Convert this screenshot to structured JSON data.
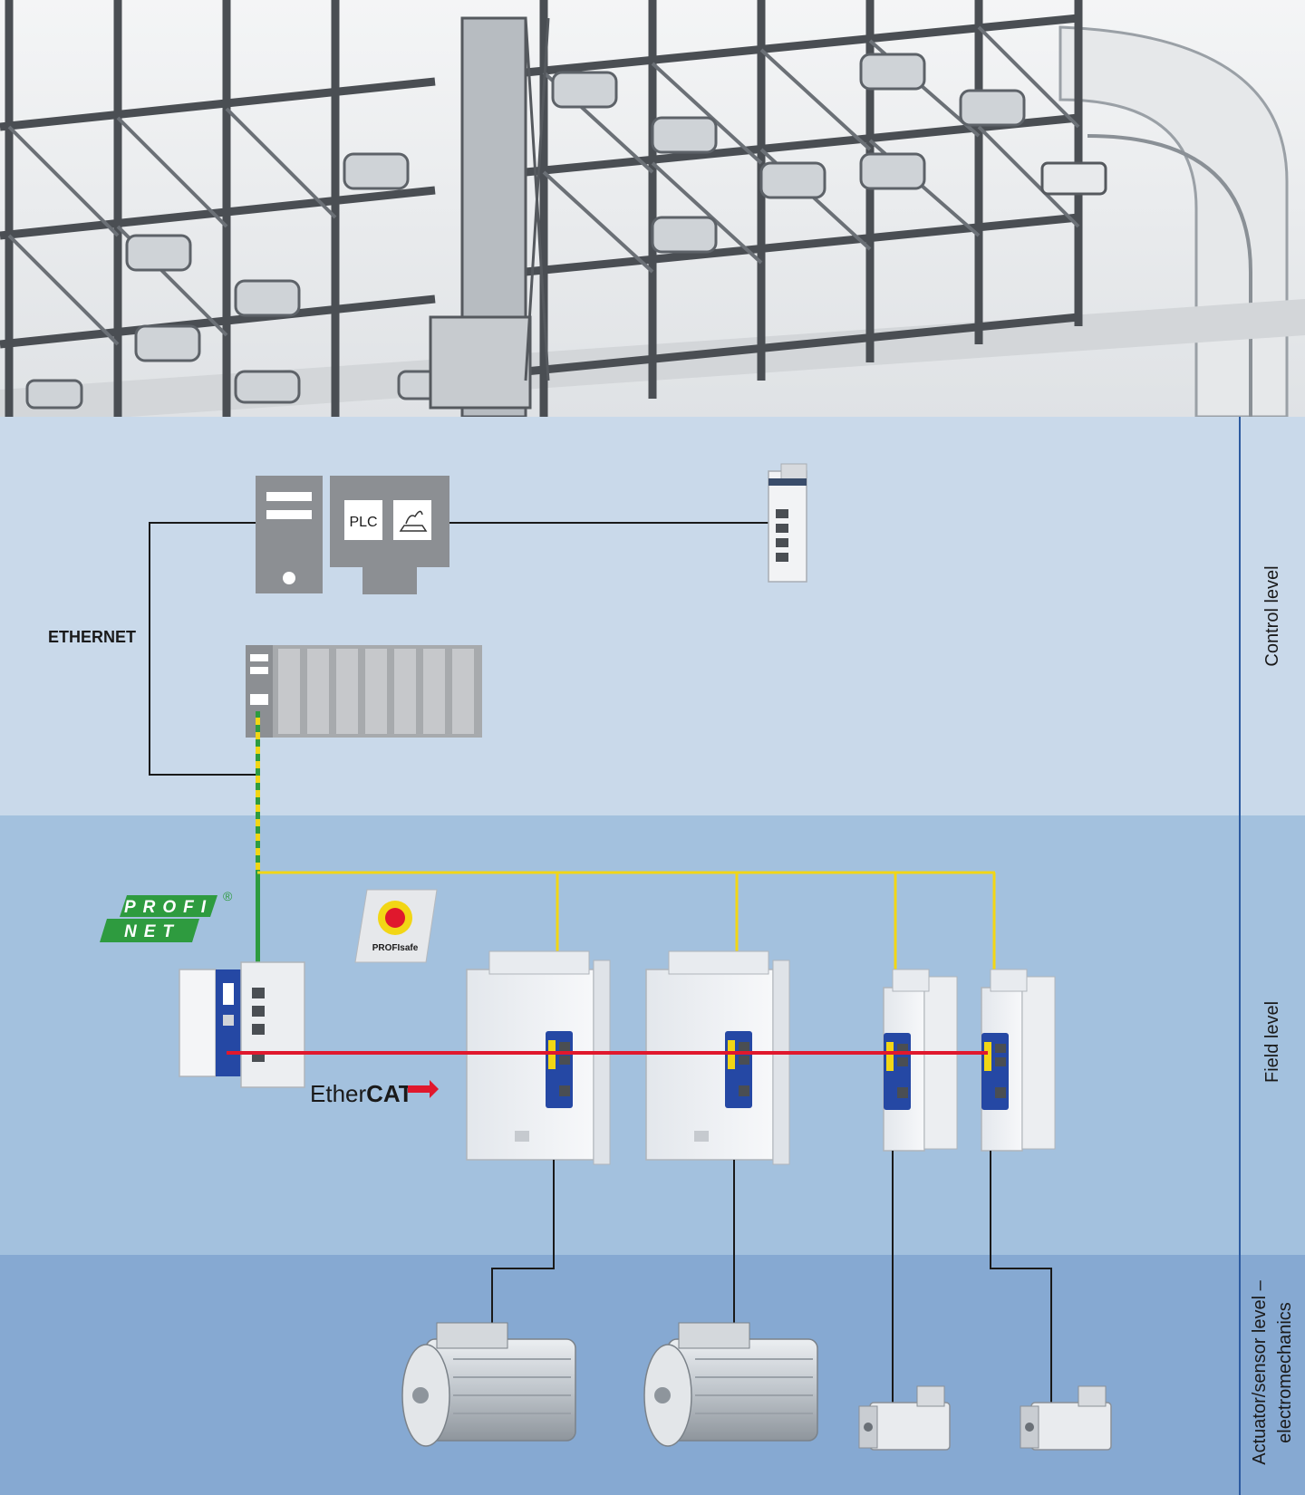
{
  "levels": {
    "control": "Control level",
    "field": "Field level",
    "actuator_line1": "Actuator/sensor level –",
    "actuator_line2": "electromechanics"
  },
  "networks": {
    "ethernet": "ETHERNET",
    "profinet_top": "PROFI",
    "profinet_bottom": "NET",
    "profinet_mark": "®",
    "ethercat_prefix": "Ether",
    "ethercat_suffix": "CAT",
    "profisafe": "PROFIsafe"
  },
  "devices": {
    "hmi_left_label": "PLC"
  },
  "colors": {
    "control_band": "#c9d9ea",
    "field_band": "#a3c1de",
    "actuator_band": "#86a9d2",
    "ethernet_line": "#1a1a1a",
    "profinet_line": "#f2d615",
    "profinet_green": "#2e9b3f",
    "ethercat_line": "#e0182d",
    "level_divider": "#2c5aa0"
  }
}
